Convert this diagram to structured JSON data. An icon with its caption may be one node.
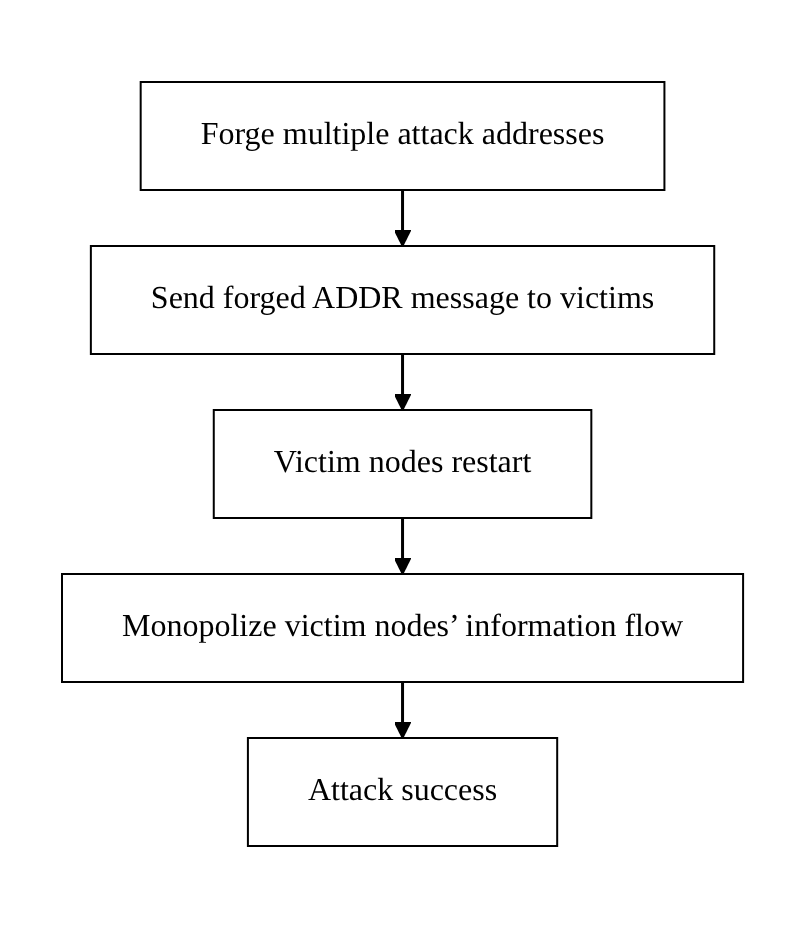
{
  "diagram": {
    "nodes": [
      {
        "text": [
          "Forge multiple attack addresses"
        ]
      },
      {
        "text": [
          "Send forged ADDR message to victims"
        ]
      },
      {
        "text": [
          "Victim nodes restart"
        ]
      },
      {
        "text": [
          "Monopolize victim nodes’ information flow"
        ]
      },
      {
        "text": [
          "Attack success"
        ]
      }
    ],
    "edges": [
      {
        "from": 0,
        "to": 1,
        "arrow": "to"
      },
      {
        "from": 1,
        "to": 2,
        "arrow": "to"
      },
      {
        "from": 2,
        "to": 3,
        "arrow": "to"
      },
      {
        "from": 3,
        "to": 4,
        "arrow": "to"
      }
    ]
  }
}
